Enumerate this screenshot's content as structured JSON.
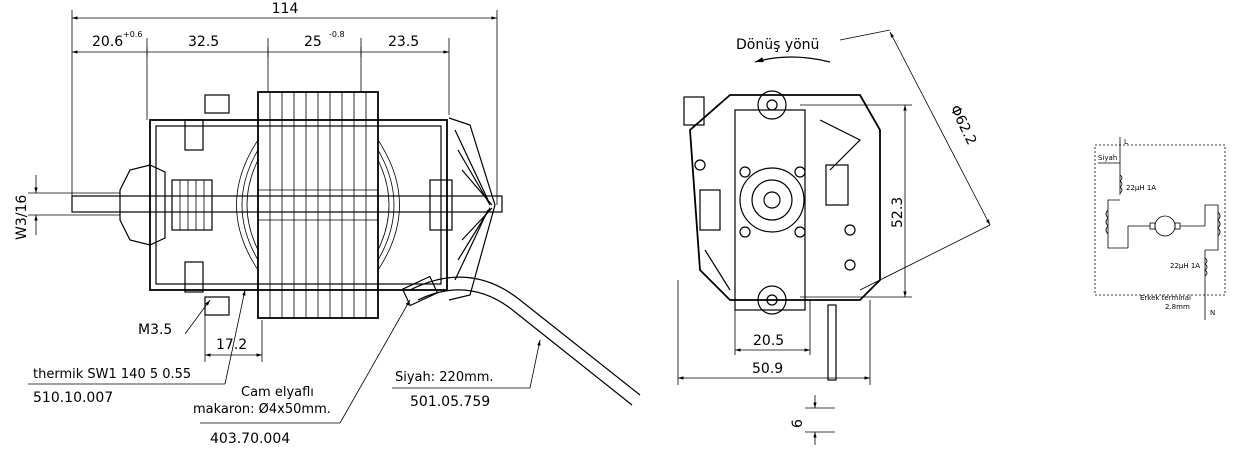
{
  "front_view": {
    "dims": {
      "overall": "114",
      "d1": "20.6",
      "d1_tol": "+0.6",
      "d2": "32.5",
      "d3": "25",
      "d3_tol": "-0.8",
      "d4": "23.5",
      "shaft": "W3/16",
      "screw": "M3.5",
      "bottom": "17.2"
    },
    "notes": {
      "thermik_title": "thermik SW1 140 5 0.55",
      "thermik_code": "510.10.007",
      "cam_line1": "Cam elyaflı",
      "cam_line2": "makaron: Ø4x50mm.",
      "cam_code": "403.70.004",
      "siyah": "Siyah: 220mm.",
      "siyah_code": "501.05.759"
    }
  },
  "side_view": {
    "rotation_label": "Dönüş yönü",
    "diameter": "Φ62.2",
    "height": "52.3",
    "width_inner": "20.5",
    "width_outer": "50.9",
    "lead": "6"
  },
  "schematic": {
    "L": "L",
    "N": "N",
    "siyah": "Siyah",
    "ind1": "22μH 1A",
    "ind2": "22μH 1A",
    "erkek1": "Erkek terminal",
    "erkek2": "2.8mm"
  }
}
